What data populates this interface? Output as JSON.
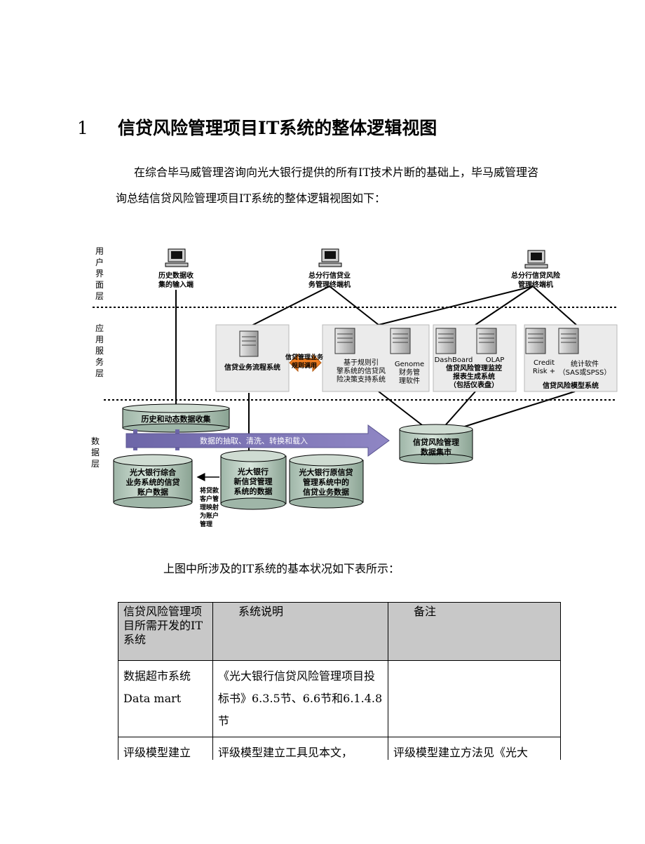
{
  "heading": {
    "number": "1",
    "title": "信贷风险管理项目IT系统的整体逻辑视图"
  },
  "intro": "在综合毕马威管理咨询向光大银行提供的所有IT技术片断的基础上，毕马威管理咨询总结信贷风险管理项目IT系统的整体逻辑视图如下：",
  "diagram": {
    "layers": {
      "user": "用户界面层",
      "app": "应用服务层",
      "data": "数据层"
    },
    "terminals": {
      "t1": [
        "历史数据收",
        "集的输入端"
      ],
      "t2": [
        "总分行信贷业",
        "务管理终端机"
      ],
      "t3": [
        "总分行信贷风险",
        "管理终端机"
      ]
    },
    "apps": {
      "flow": "信贷业务流程系统",
      "call": [
        "信贷管理业务",
        "规则调用"
      ],
      "rules": [
        "基于规则引",
        "擎系统的信贷风",
        "险决策支持系统"
      ],
      "genome": [
        "Genome",
        "财务管",
        "理软件"
      ],
      "dashboard": "DashBoard",
      "olap": "OLAP",
      "monitor": [
        "信贷风险管理监控",
        "报表生成系统",
        "（包括仪表盘）"
      ],
      "credit": [
        "Credit",
        "Risk +"
      ],
      "stats": [
        "统计软件",
        "（SAS或SPSS）"
      ],
      "model": "信贷风险模型系统"
    },
    "data": {
      "hist": "历史和动态数据收集",
      "etl": "数据的抽取、清洗、转换和载入",
      "mart": [
        "信贷风险管理",
        "数据集市"
      ],
      "ob1": [
        "光大银行综合",
        "业务系统的信贷",
        "账户数据"
      ],
      "ob2": [
        "光大银行",
        "新信贷管理",
        "系统的数据"
      ],
      "ob3": [
        "光大银行原信贷",
        "管理系统中的",
        "信贷业务数据"
      ],
      "map": [
        "将贷款",
        "客户管",
        "理映射",
        "为账户",
        "管理"
      ]
    }
  },
  "caption": "上图中所涉及的IT系统的基本状况如下表所示：",
  "table": {
    "headers": [
      "信贷风险管理项目所需开发的IT系统",
      "系统说明",
      "备注"
    ],
    "rows": [
      {
        "c1": [
          "数据超市系统",
          "Data mart"
        ],
        "c2": "《光大银行信贷风险管理项目投标书》6.3.5节、6.6节和6.1.4.8节",
        "c3": ""
      },
      {
        "c1": [
          "评级模型建立"
        ],
        "c2": "评级模型建立工具见本文，",
        "c3": "评级模型建立方法见《光大"
      }
    ]
  }
}
